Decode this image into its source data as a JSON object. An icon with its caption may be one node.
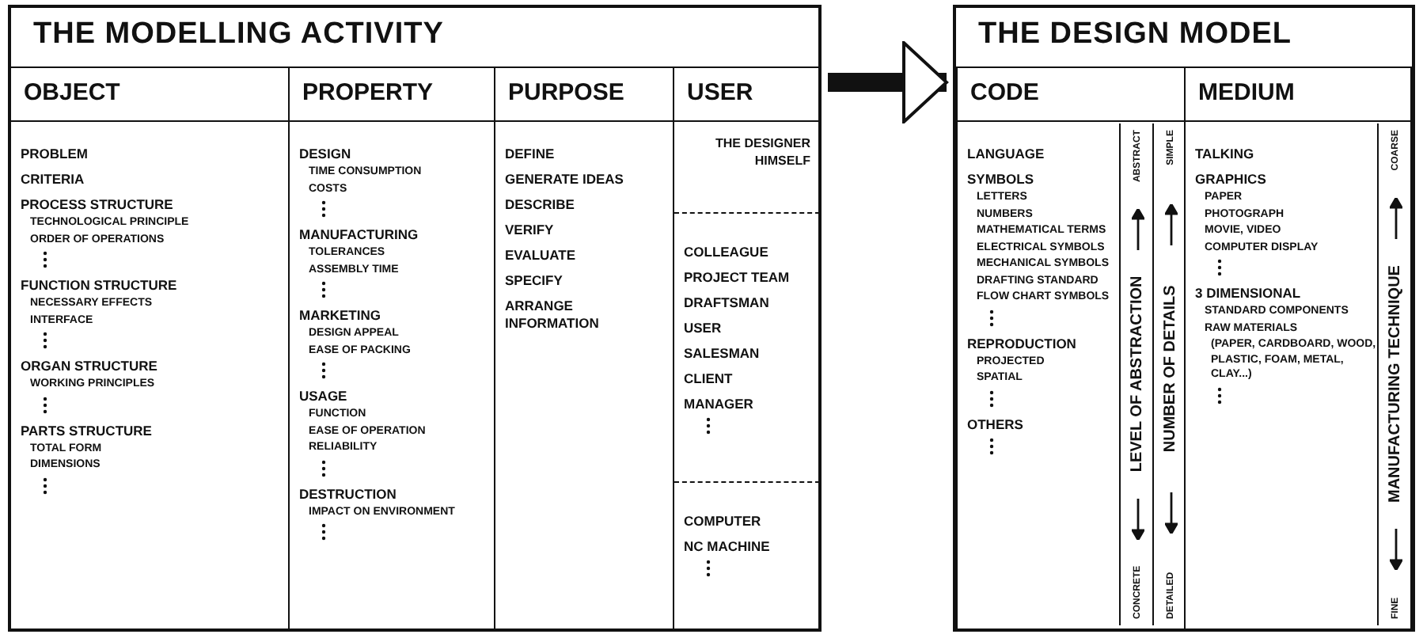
{
  "diagram": {
    "nodes": [
      {
        "text": [
          "THE MODELLING ACTIVITY"
        ]
      },
      {
        "text": [
          "OBJECT",
          "PROBLEM",
          "CRITERIA",
          "PROCESS STRUCTURE",
          "TECHNOLOGICAL PRINCIPLE",
          "ORDER OF OPERATIONS",
          "FUNCTION STRUCTURE",
          "NECESSARY EFFECTS",
          "INTERFACE",
          "ORGAN STRUCTURE",
          "WORKING PRINCIPLES",
          "PARTS STRUCTURE",
          "TOTAL FORM",
          "DIMENSIONS"
        ],
        "in": 0
      },
      {
        "text": [
          "PROPERTY",
          "DESIGN",
          "TIME CONSUMPTION",
          "COSTS",
          "MANUFACTURING",
          "TOLERANCES",
          "ASSEMBLY TIME",
          "MARKETING",
          "DESIGN APPEAL",
          "EASE OF PACKING",
          "USAGE",
          "FUNCTION",
          "EASE OF OPERATION",
          "RELIABILITY",
          "DESTRUCTION",
          "IMPACT ON ENVIRONMENT"
        ],
        "in": 0
      },
      {
        "text": [
          "PURPOSE",
          "DEFINE",
          "GENERATE IDEAS",
          "DESCRIBE",
          "VERIFY",
          "EVALUATE",
          "SPECIFY",
          "ARRANGE INFORMATION"
        ],
        "in": 0
      },
      {
        "text": [
          "USER"
        ],
        "in": 0
      },
      {
        "text": [
          "THE DESIGNER HIMSELF"
        ],
        "in": 4
      },
      {
        "text": [
          "COLLEAGUE",
          "PROJECT TEAM",
          "DRAFTSMAN",
          "USER",
          "SALESMAN",
          "CLIENT",
          "MANAGER"
        ],
        "in": 4
      },
      {
        "text": [
          "COMPUTER",
          "NC MACHINE"
        ],
        "in": 4
      },
      {
        "text": [
          "THE DESIGN MODEL"
        ]
      },
      {
        "text": [
          "CODE",
          "LANGUAGE",
          "SYMBOLS",
          "LETTERS",
          "NUMBERS",
          "MATHEMATICAL TERMS",
          "ELECTRICAL SYMBOLS",
          "MECHANICAL SYMBOLS",
          "DRAFTING STANDARD",
          "FLOW CHART SYMBOLS",
          "REPRODUCTION",
          "PROJECTED",
          "SPATIAL",
          "OTHERS"
        ],
        "in": 8
      },
      {
        "text": [
          "CONCRETE",
          "LEVEL OF ABSTRACTION",
          "ABSTRACT"
        ],
        "in": 9
      },
      {
        "text": [
          "DETAILED",
          "NUMBER OF DETAILS",
          "SIMPLE"
        ],
        "in": 9
      },
      {
        "text": [
          "MEDIUM",
          "TALKING",
          "GRAPHICS",
          "PAPER",
          "PHOTOGRAPH",
          "MOVIE, VIDEO",
          "COMPUTER DISPLAY",
          "3 DIMENSIONAL",
          "STANDARD COMPONENTS",
          "RAW MATERIALS",
          "(PAPER, CARDBOARD, WOOD, PLASTIC, FOAM, METAL, CLAY...)"
        ],
        "in": 8
      },
      {
        "text": [
          "FINE",
          "MANUFACTURING TECHNIQUE",
          "COARSE"
        ],
        "in": 12
      }
    ],
    "edges": [
      {
        "from": 0,
        "to": 8,
        "arrow": "to"
      }
    ]
  }
}
